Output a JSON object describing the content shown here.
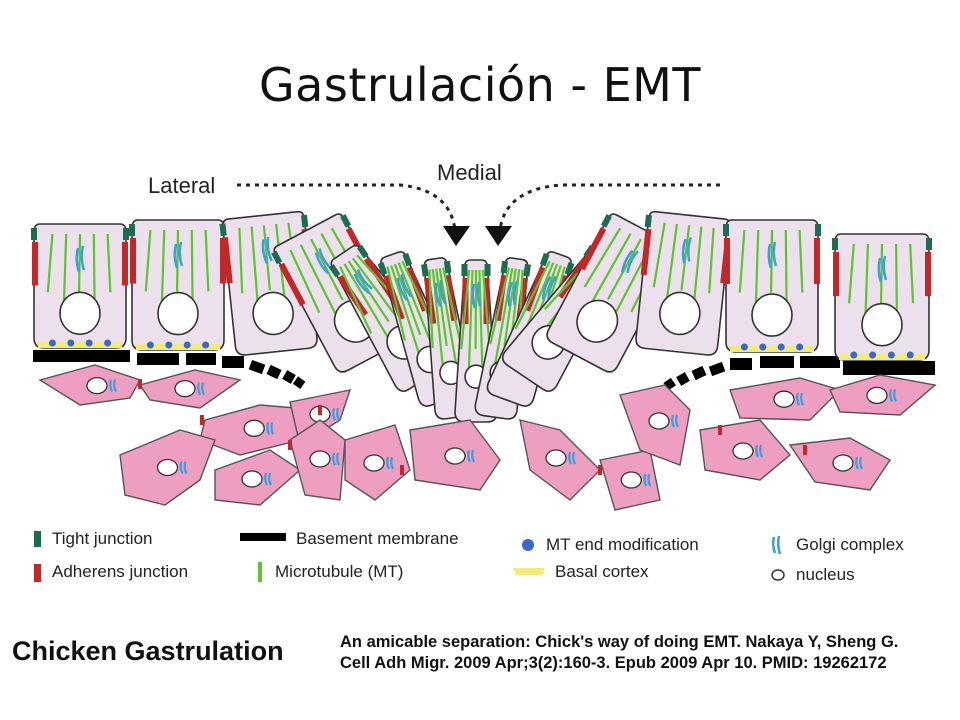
{
  "slide": {
    "title": "Gastrulación - EMT"
  },
  "diagram": {
    "direction_left": "Lateral",
    "direction_center": "Medial",
    "colors": {
      "epithelial_cell_fill": "#ece0ec",
      "mesenchymal_cell_fill": "#ee9ec0",
      "tight_junction": "#1f6b4f",
      "adherens_junction": "#c0282a",
      "basement_membrane": "#000000",
      "microtubule": "#5cc431",
      "mt_end_modification": "#3a68c8",
      "golgi_complex": "#3a9ee0",
      "basal_cortex": "#f2ea7a"
    }
  },
  "legend": {
    "items": [
      {
        "icon": "tight-junction-icon",
        "label": "Tight junction"
      },
      {
        "icon": "adherens-junction-icon",
        "label": "Adherens junction"
      },
      {
        "icon": "basement-membrane-icon",
        "label": "Basement membrane"
      },
      {
        "icon": "microtubule-icon",
        "label": "Microtubule (MT)"
      },
      {
        "icon": "mt-end-modification-icon",
        "label": "MT end modification"
      },
      {
        "icon": "basal-cortex-icon",
        "label": "Basal cortex"
      },
      {
        "icon": "golgi-complex-icon",
        "label": "Golgi complex"
      },
      {
        "icon": "nucleus-icon",
        "label": "nucleus"
      }
    ]
  },
  "caption": {
    "title": "Chicken Gastrulation",
    "citation_line1": "An amicable separation: Chick's way of doing EMT. Nakaya Y, Sheng G.",
    "citation_line2": "Cell Adh Migr. 2009 Apr;3(2):160-3. Epub 2009 Apr 10. PMID: 19262172"
  }
}
